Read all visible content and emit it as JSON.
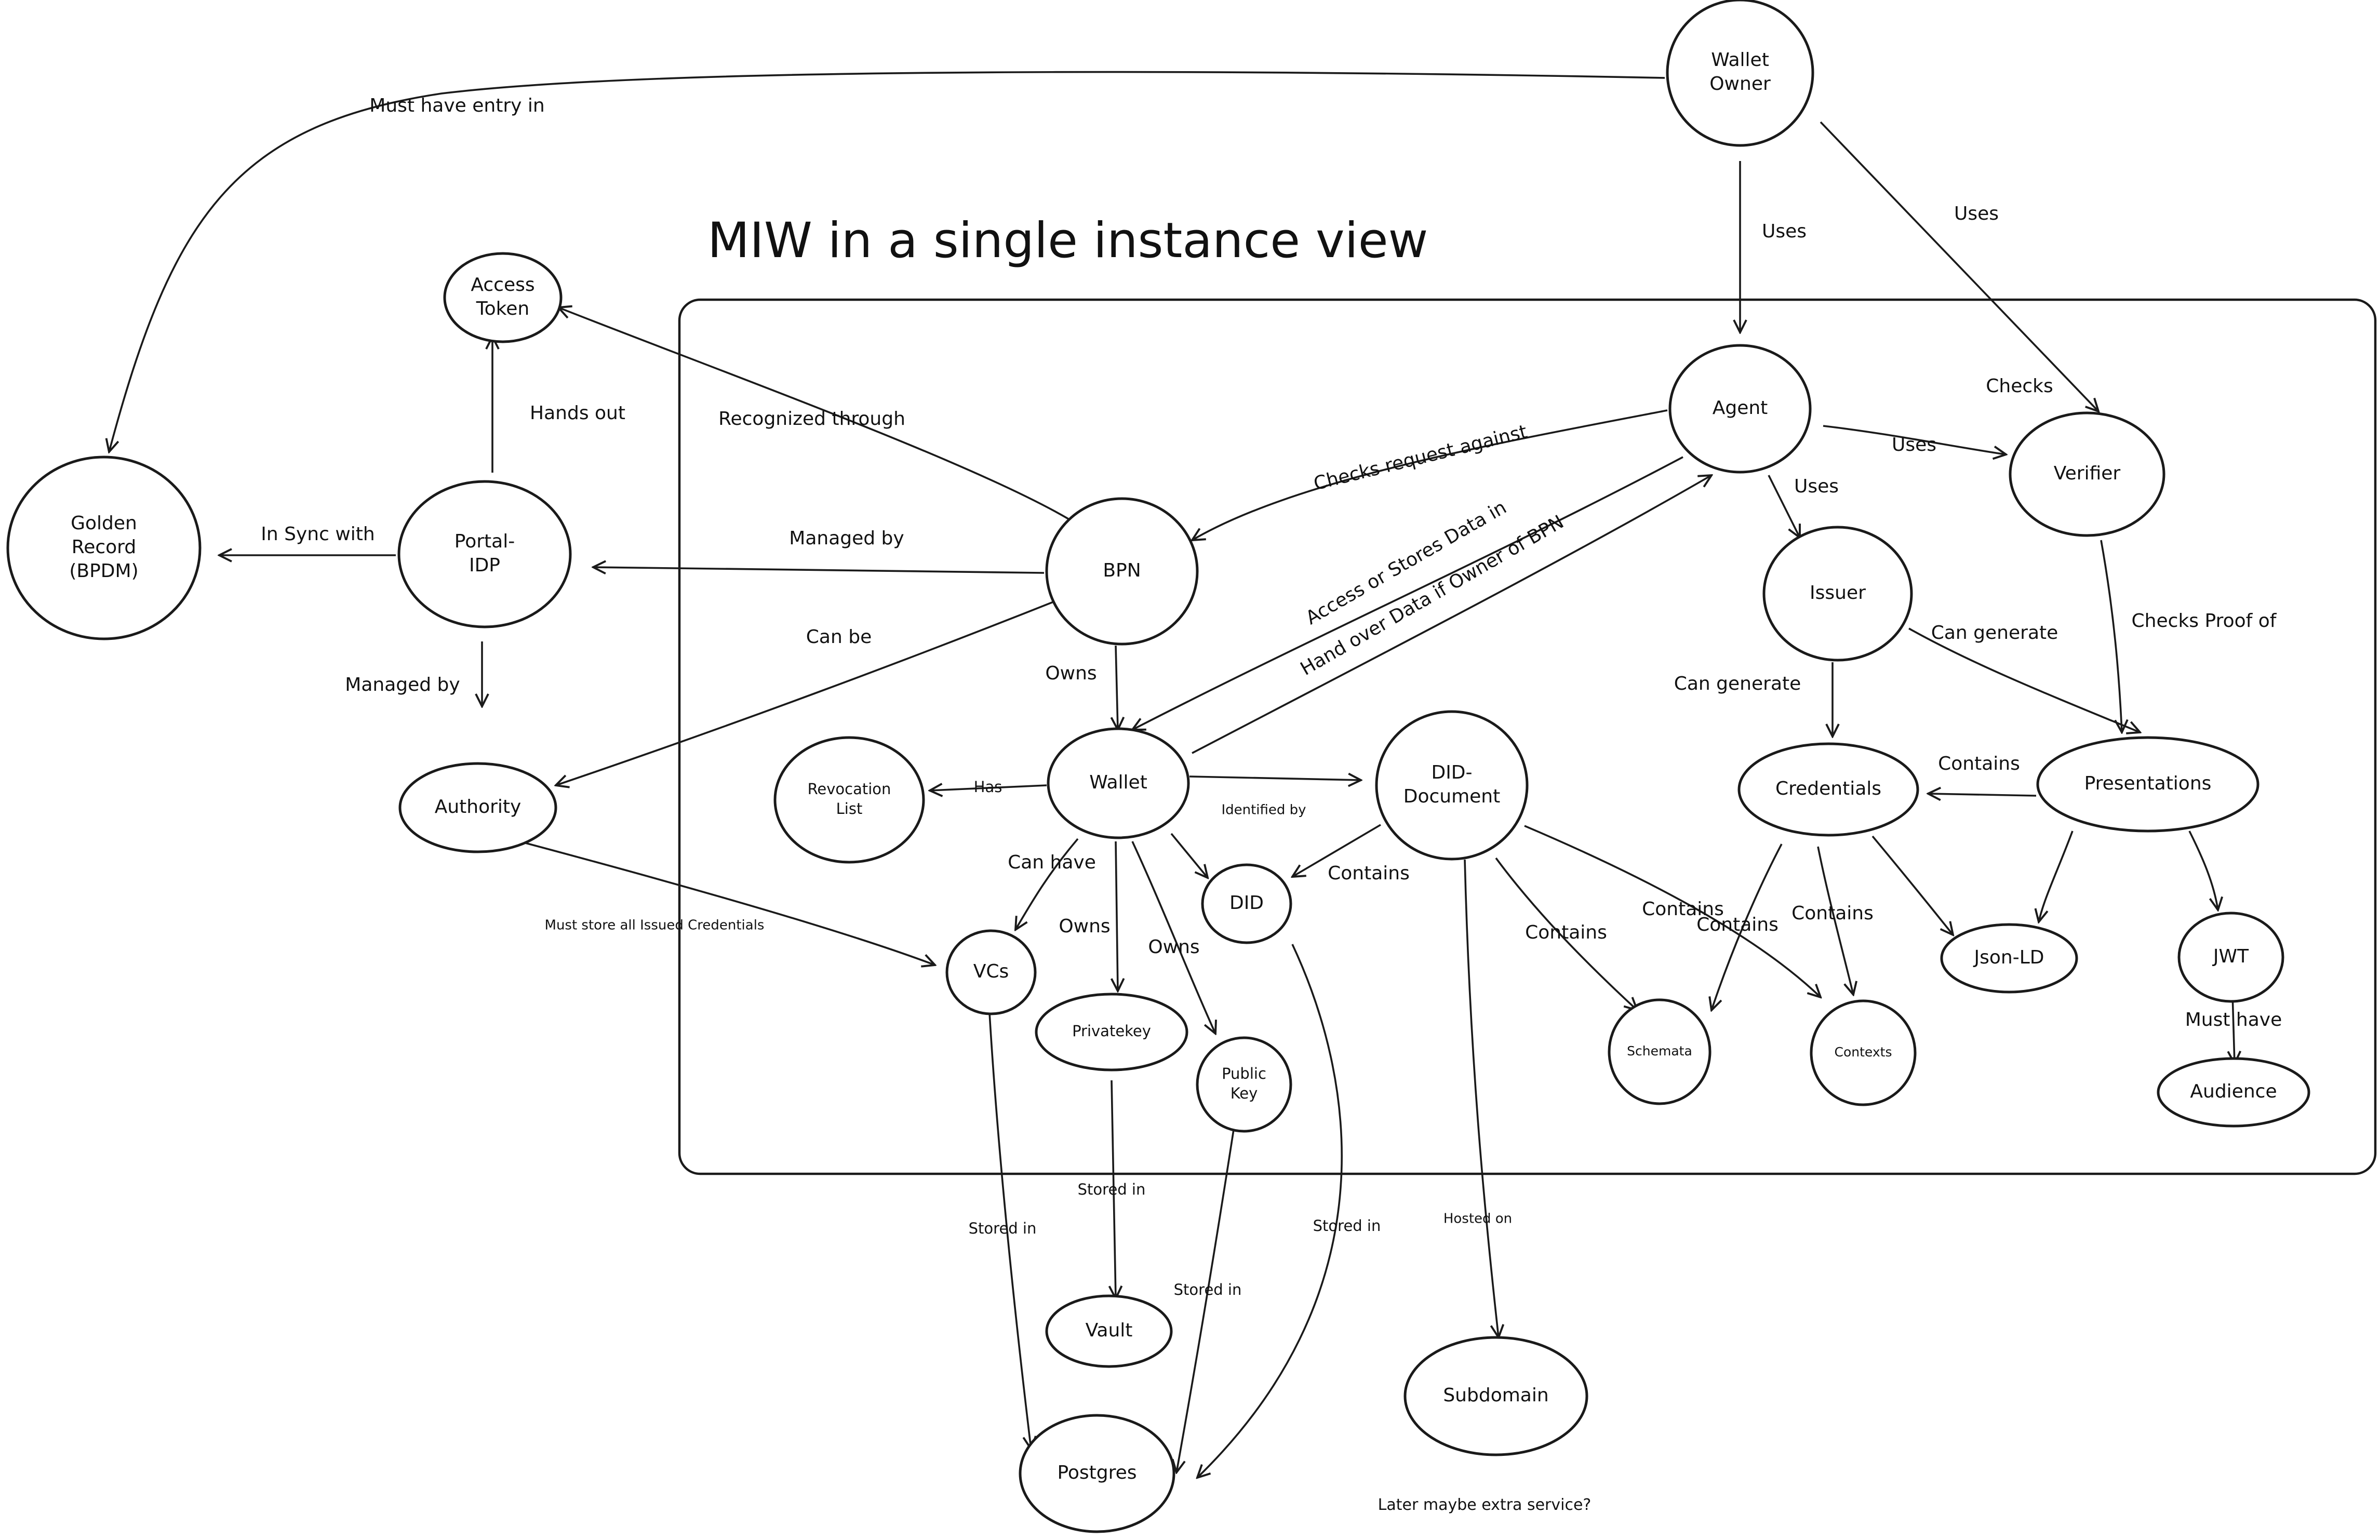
{
  "diagram": {
    "title": "MIW in a single instance view",
    "note": "Later maybe extra service?",
    "nodes": {
      "wallet_owner": [
        "Wallet",
        "Owner"
      ],
      "golden_record": [
        "Golden",
        "Record",
        "(BPDM)"
      ],
      "access_token": [
        "Access",
        "Token"
      ],
      "portal_idp": [
        "Portal-",
        "IDP"
      ],
      "authority": [
        "Authority"
      ],
      "agent": [
        "Agent"
      ],
      "verifier": [
        "Verifier"
      ],
      "bpn": [
        "BPN"
      ],
      "issuer": [
        "Issuer"
      ],
      "wallet": [
        "Wallet"
      ],
      "revocation_list": [
        "Revocation",
        "List"
      ],
      "did_document": [
        "DID-",
        "Document"
      ],
      "credentials": [
        "Credentials"
      ],
      "presentations": [
        "Presentations"
      ],
      "did": [
        "DID"
      ],
      "vcs": [
        "VCs"
      ],
      "privatekey": [
        "Privatekey"
      ],
      "public_key": [
        "Public",
        "Key"
      ],
      "schemata": [
        "Schemata"
      ],
      "contexts": [
        "Contexts"
      ],
      "json_ld": [
        "Json-LD"
      ],
      "jwt": [
        "JWT"
      ],
      "audience": [
        "Audience"
      ],
      "vault": [
        "Vault"
      ],
      "subdomain": [
        "Subdomain"
      ],
      "postgres": [
        "Postgres"
      ]
    },
    "edge_labels": {
      "must_have_entry_in": "Must have entry in",
      "uses_owner_agent": "Uses",
      "uses_owner_verifier": "Uses",
      "hands_out": "Hands out",
      "recognized_through": "Recognized through",
      "in_sync_with": "In Sync with",
      "managed_by_bpn": "Managed by",
      "managed_by_portal": "Managed by",
      "checks_request_against": "Checks request against",
      "checks": "Checks",
      "uses_agent_verifier": "Uses",
      "uses_agent_issuer": "Uses",
      "access_or_stores": "Access or Stores Data in",
      "hand_over": "Hand over Data if Owner of BPN",
      "can_be": "Can be",
      "owns": "Owns",
      "can_generate_credentials": "Can generate",
      "can_generate_presentations": "Can generate",
      "checks_proof_of": "Checks Proof of",
      "has": "Has",
      "identified_by": "Identified by",
      "contains_pres_cred": "Contains",
      "contains_diddoc_did": "Contains",
      "can_have": "Can have",
      "owns_privatekey": "Owns",
      "owns_public_key": "Owns",
      "must_store_all": "Must store all Issued Credentials",
      "contains_diddoc_schemata": "Contains",
      "contains_diddoc_contexts": "Contains",
      "contains_cred_schemata": "Contains",
      "contains_cred_contexts": "Contains",
      "must_have": "Must have",
      "stored_in_vault": "Stored in",
      "stored_in_vcs": "Stored in",
      "stored_in_public_key": "Stored in",
      "stored_in_did": "Stored in",
      "hosted_on": "Hosted on"
    }
  }
}
